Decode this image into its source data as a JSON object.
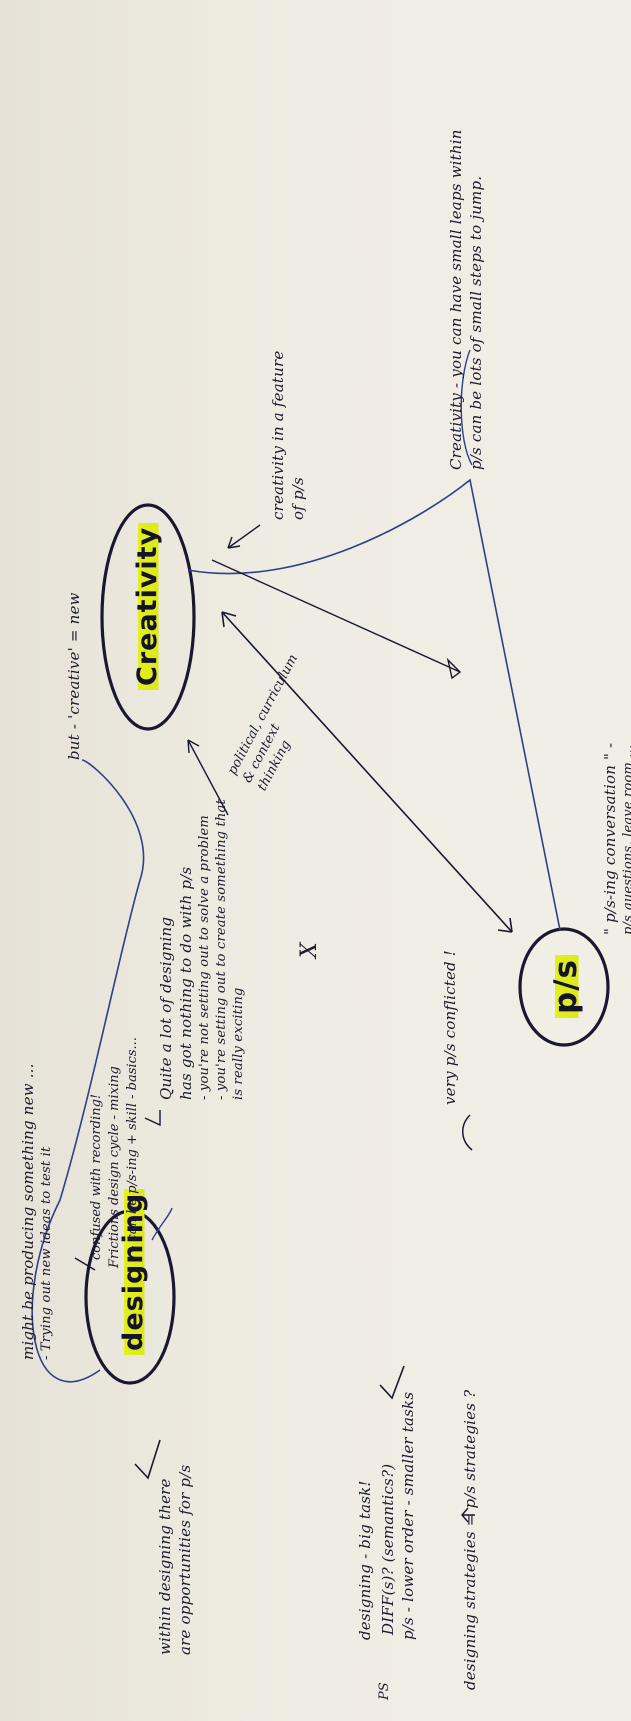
{
  "nodes": {
    "designing": "designing",
    "creativity": "Creativity",
    "ps": "p/s"
  },
  "notes": {
    "might_producing": [
      "might be producing something new ...",
      "- Trying out new ideas to test it"
    ],
    "but_creative": "but - 'creative' = new",
    "confused": "confused with recording!",
    "frictions": "Frictions design cycle - mixing",
    "can_be": "- can be p/s-ing + skill - basics...",
    "quite_lot": [
      "Quite a lot of designing",
      "has got nothing to do with p/s",
      "- you're not setting out to solve a problem",
      "- you're setting out to create something that",
      "  is really exciting"
    ],
    "x_mark": "X",
    "within_designing": [
      "within designing there",
      "are opportunities for p/s"
    ],
    "designing_big": "designing - big task!",
    "diff": "DIFF(s)? (semantics?)",
    "ps_lower": "p/s - lower order - smaller tasks",
    "very_conflicted": "very p/s conflicted !",
    "ps_label": "PS",
    "designing_strategies": "designing strategies = p/s strategies ?",
    "political": [
      "political, curriculum",
      "& context",
      "thinking"
    ],
    "creativity_centre": [
      "creativity in a feature",
      "of p/s"
    ],
    "creativity_have": [
      "Creativity - you can have small leaps within",
      "p/s can be lots of small steps to jump."
    ],
    "ps_conversation": [
      "\" p/s-ing conversation \" -",
      "p/s questions, leave room ..."
    ]
  },
  "colors": {
    "ink": "#1d1a2e",
    "blue_ink": "#2f3f8a",
    "highlight": "#e3f01e",
    "paper": "#ece9df"
  }
}
